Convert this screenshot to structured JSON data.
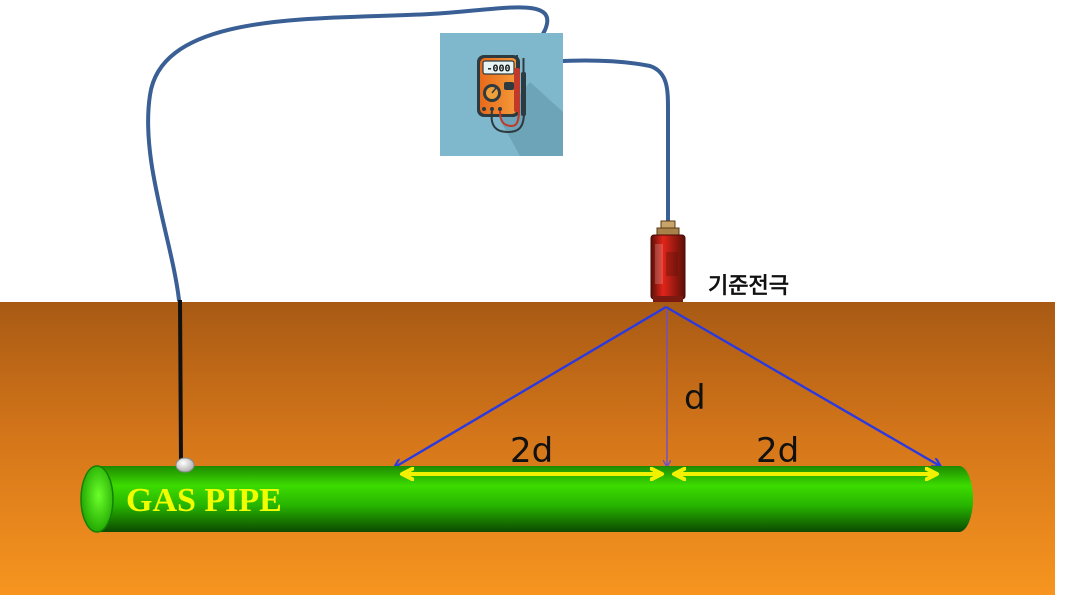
{
  "labels": {
    "reference_electrode": "기준전극",
    "distance_d": "d",
    "distance_2d_left": "2d",
    "distance_2d_right": "2d",
    "pipe": "GAS PIPE"
  },
  "multimeter": {
    "display": "-000"
  },
  "colors": {
    "soil_top": "#a85a14",
    "soil_bottom": "#f7951f",
    "pipe": "#2ec400",
    "pipe_label": "#f2ff00",
    "wire": "#3a5f95",
    "blue_lines": "#2b3ae0",
    "yellow_arrows": "#f2f200",
    "icon_bg": "#7fb8cc",
    "electrode": "#cc1b12"
  }
}
